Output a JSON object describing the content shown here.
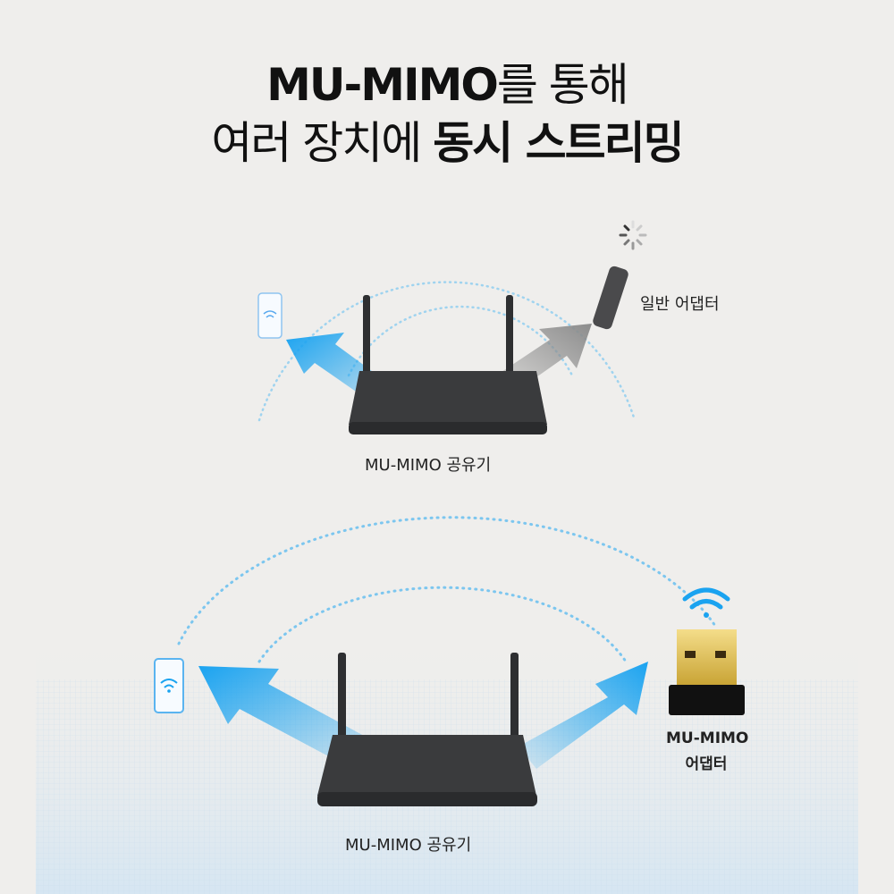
{
  "headline": {
    "line1_bold": "MU-MIMO",
    "line1_rest": "를 통해",
    "line2_regular": "여러 장치에 ",
    "line2_bold": "동시 스트리밍"
  },
  "top_scene": {
    "adapter_label": "일반 어댑터",
    "router_label": "MU-MIMO 공유기"
  },
  "bottom_scene": {
    "adapter_label_line1": "MU-MIMO",
    "adapter_label_line2": "어댑터",
    "router_label": "MU-MIMO 공유기"
  },
  "colors": {
    "accent_blue": "#1aa3f0",
    "gray_arrow": "#8c8c8c",
    "router": "#3a3b3d",
    "background": "#efeeec"
  }
}
